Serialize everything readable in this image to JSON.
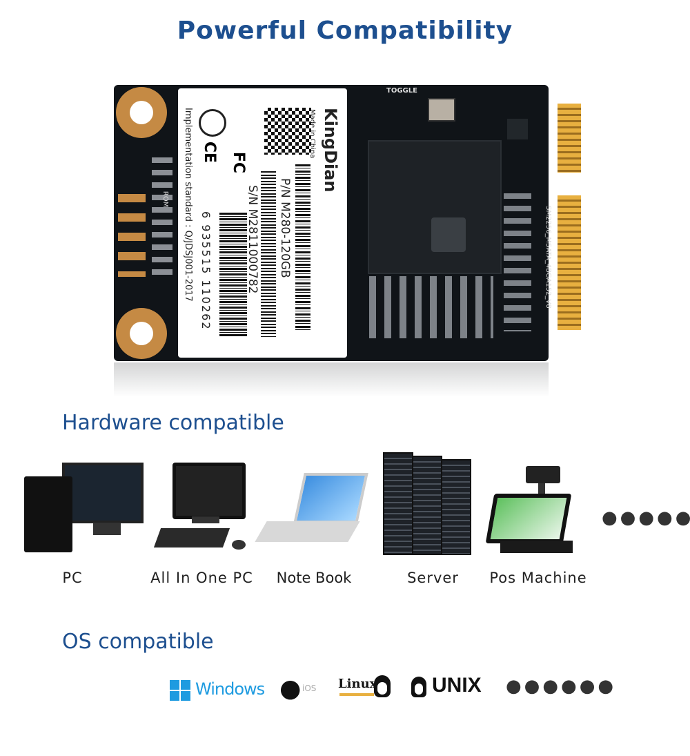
{
  "header": {
    "title": "Powerful Compatibility"
  },
  "ssd_label": {
    "brand": "KingDian",
    "made_in": "Made in China",
    "pn": "P/N M280-120GB",
    "sn": "S/N M2811000782",
    "barcode_number": "6 935515 110262",
    "standard": "Implementation standard : Q/JDSJ001-2017",
    "board_toggle": "TOGGLE",
    "board_rom": "ROM",
    "board_model": "SM2256_MSATA_4BGA152_V8"
  },
  "hardware": {
    "title": "Hardware compatible",
    "items": [
      {
        "label": "PC",
        "icon": "desktop-pc-icon"
      },
      {
        "label": "All In One PC",
        "icon": "all-in-one-pc-icon"
      },
      {
        "label": "Note Book",
        "icon": "laptop-icon"
      },
      {
        "label": "Server",
        "icon": "server-rack-icon"
      },
      {
        "label": "Pos Machine",
        "icon": "pos-machine-icon"
      }
    ],
    "more": "●●●●●●"
  },
  "os": {
    "title": "OS compatible",
    "items": [
      {
        "label": "Windows",
        "icon": "windows-logo-icon"
      },
      {
        "label": "iOS",
        "icon": "apple-logo-icon"
      },
      {
        "label": "Linux",
        "icon": "linux-tux-icon"
      },
      {
        "label": "UNIX",
        "icon": "unix-tux-icon"
      }
    ],
    "more": "●●●●●●"
  },
  "colors": {
    "accent": "#1d4f8f",
    "pcb": "#101418",
    "gold": "#c58a44",
    "windows_blue": "#1e9be0"
  }
}
